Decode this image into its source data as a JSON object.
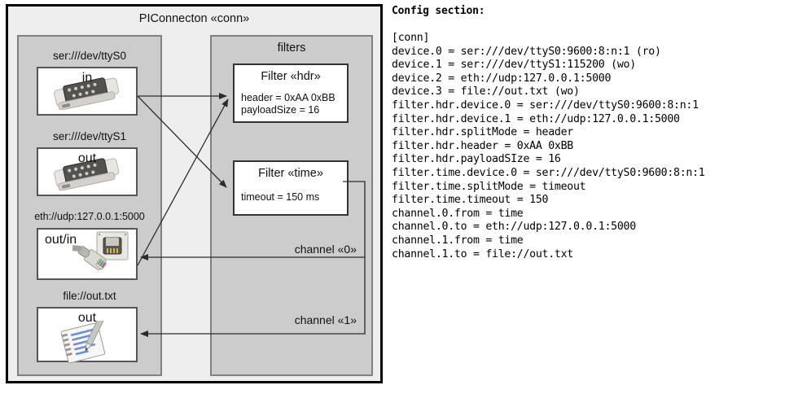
{
  "diagram": {
    "title": "PIConnecton «conn»",
    "devices_panel": {
      "name": "devices",
      "items": [
        {
          "label": "ser:///dev/ttyS0",
          "io": "in",
          "icon": "serial-connector-icon"
        },
        {
          "label": "ser:///dev/ttyS1",
          "io": "out",
          "icon": "serial-connector-icon"
        },
        {
          "label": "eth://udp:127.0.0.1:5000",
          "io": "out/in",
          "icon": "ethernet-jack-icon"
        },
        {
          "label": "file://out.txt",
          "io": "out",
          "icon": "text-file-icon"
        }
      ]
    },
    "filters_panel": {
      "title": "filters",
      "filters": [
        {
          "title": "Filter «hdr»",
          "props": [
            "header = 0xAA 0xBB",
            "payloadSize = 16"
          ]
        },
        {
          "title": "Filter «time»",
          "props": [
            "timeout = 150 ms"
          ]
        }
      ],
      "channels": [
        {
          "label": "channel «0»"
        },
        {
          "label": "channel «1»"
        }
      ]
    },
    "colors": {
      "outer_bg": "#eeeeee",
      "panel_bg": "#cccccc",
      "box_bg": "#ffffff",
      "outline": "#000000",
      "panel_border": "#808080"
    }
  },
  "config": {
    "heading": "Config section:",
    "lines": [
      "[conn]",
      "device.0 = ser:///dev/ttyS0:9600:8:n:1 (ro)",
      "device.1 = ser:///dev/ttyS1:115200 (wo)",
      "device.2 = eth://udp:127.0.0.1:5000",
      "device.3 = file://out.txt (wo)",
      "filter.hdr.device.0 = ser:///dev/ttyS0:9600:8:n:1",
      "filter.hdr.device.1 = eth://udp:127.0.0.1:5000",
      "filter.hdr.splitMode = header",
      "filter.hdr.header = 0xAA 0xBB",
      "filter.hdr.payloadSIze = 16",
      "filter.time.device.0 = ser:///dev/ttyS0:9600:8:n:1",
      "filter.time.splitMode = timeout",
      "filter.time.timeout = 150",
      "channel.0.from = time",
      "channel.0.to = eth://udp:127.0.0.1:5000",
      "channel.1.from = time",
      "channel.1.to = file://out.txt"
    ]
  }
}
